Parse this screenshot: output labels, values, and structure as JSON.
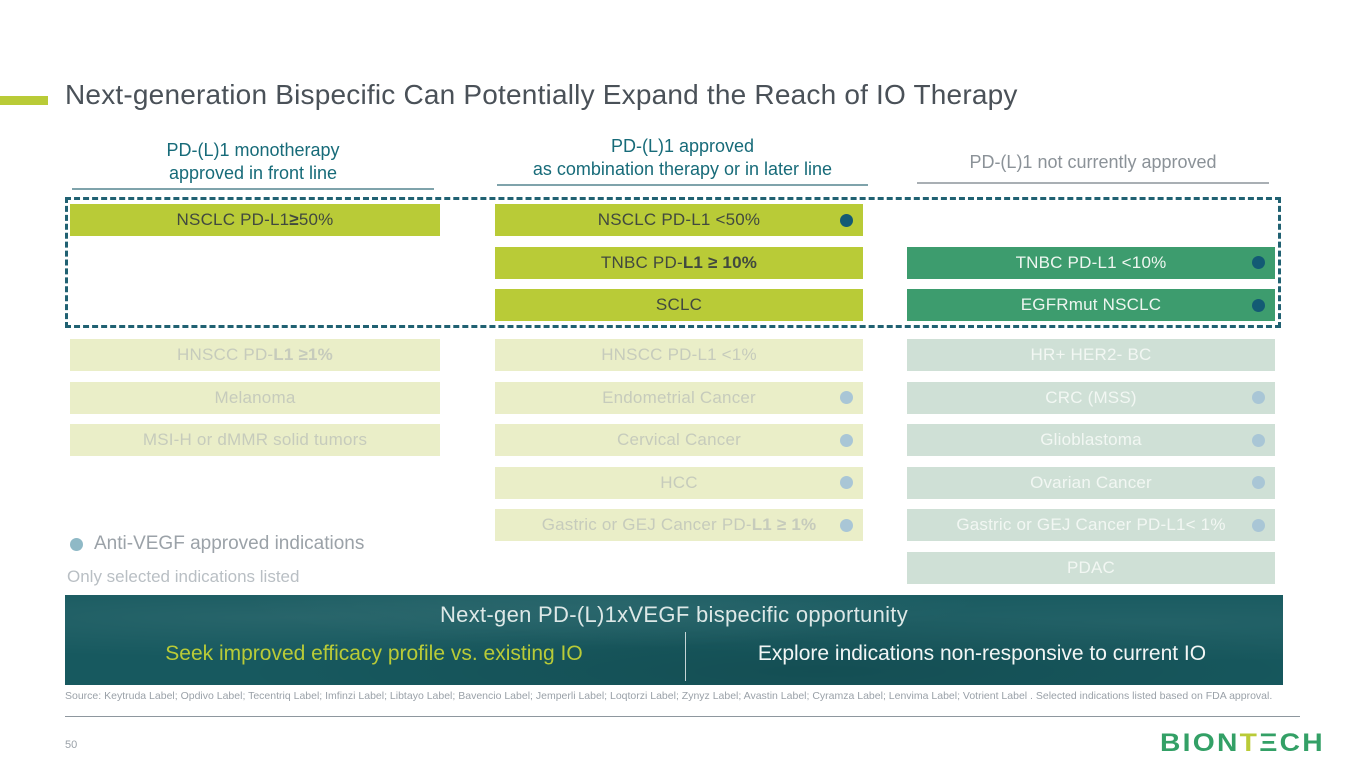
{
  "slide": {
    "title": "Next-generation Bispecific Can Potentially Expand the Reach of IO Therapy",
    "page_number": "50"
  },
  "colors": {
    "accent_green": "#b9cb37",
    "bright_yellow_green": "#b9cb37",
    "faded_yellow_green": "#eaeec8",
    "bright_green": "#3d9c6e",
    "faded_green": "#cfe0d6",
    "banner_teal": "#17595f",
    "teal_header": "#176b79",
    "dark_dot": "#135a74",
    "light_dot": "#a9c6d6"
  },
  "columns": [
    {
      "header_lines": [
        "PD-(L)1 monotherapy",
        "approved in front line"
      ],
      "header_variant": "teal",
      "palette": "yg",
      "boxes": [
        {
          "row": 0,
          "state": "bright",
          "segments": [
            {
              "t": "NSCLC PD-L1 "
            },
            {
              "t": "≥",
              "b": true
            },
            {
              "t": " 50%"
            }
          ]
        },
        {
          "row": 3,
          "state": "faded",
          "segments": [
            {
              "t": "HNSCC PD-"
            },
            {
              "t": "L1 ≥1%",
              "b": true
            }
          ]
        },
        {
          "row": 4,
          "state": "faded",
          "segments": [
            {
              "t": "Melanoma"
            }
          ]
        },
        {
          "row": 5,
          "state": "faded",
          "segments": [
            {
              "t": "MSI-H or dMMR solid tumors"
            }
          ]
        }
      ]
    },
    {
      "header_lines": [
        "PD-(L)1 approved",
        "as combination therapy or in later line"
      ],
      "header_variant": "teal",
      "palette": "yg",
      "boxes": [
        {
          "row": 0,
          "state": "bright",
          "dot": "dark",
          "segments": [
            {
              "t": "NSCLC PD-L1 <50%"
            }
          ]
        },
        {
          "row": 1,
          "state": "bright",
          "segments": [
            {
              "t": "TNBC  PD-"
            },
            {
              "t": "L1 ≥ 10%",
              "b": true
            }
          ]
        },
        {
          "row": 2,
          "state": "bright",
          "segments": [
            {
              "t": "SCLC"
            }
          ]
        },
        {
          "row": 3,
          "state": "faded",
          "segments": [
            {
              "t": "HNSCC PD-L1 <1%"
            }
          ]
        },
        {
          "row": 4,
          "state": "faded",
          "dot": "light",
          "segments": [
            {
              "t": "Endometrial Cancer"
            }
          ]
        },
        {
          "row": 5,
          "state": "faded",
          "dot": "light",
          "segments": [
            {
              "t": "Cervical Cancer"
            }
          ]
        },
        {
          "row": 6,
          "state": "faded",
          "dot": "light",
          "segments": [
            {
              "t": "HCC"
            }
          ]
        },
        {
          "row": 7,
          "state": "faded",
          "dot": "light",
          "segments": [
            {
              "t": "Gastric or GEJ Cancer PD-"
            },
            {
              "t": "L1 ≥ 1%",
              "b": true
            }
          ]
        }
      ]
    },
    {
      "header_lines": [
        "PD-(L)1 not currently approved"
      ],
      "header_variant": "gray",
      "palette": "g",
      "boxes": [
        {
          "row": 1,
          "state": "bright",
          "dot": "dark",
          "segments": [
            {
              "t": "TNBC PD-L1 <10%"
            }
          ]
        },
        {
          "row": 2,
          "state": "bright",
          "dot": "dark",
          "segments": [
            {
              "t": "EGFRmut NSCLC"
            }
          ]
        },
        {
          "row": 3,
          "state": "faded",
          "segments": [
            {
              "t": "HR+ HER2- BC"
            }
          ]
        },
        {
          "row": 4,
          "state": "faded",
          "dot": "light",
          "segments": [
            {
              "t": "CRC (MSS)"
            }
          ]
        },
        {
          "row": 5,
          "state": "faded",
          "dot": "light",
          "segments": [
            {
              "t": "Glioblastoma"
            }
          ]
        },
        {
          "row": 6,
          "state": "faded",
          "dot": "light",
          "segments": [
            {
              "t": "Ovarian Cancer"
            }
          ]
        },
        {
          "row": 7,
          "state": "faded",
          "dot": "light",
          "segments": [
            {
              "t": "Gastric or GEJ Cancer PD-L1< 1%"
            }
          ]
        },
        {
          "row": 8,
          "state": "faded",
          "segments": [
            {
              "t": "PDAC"
            }
          ]
        }
      ]
    }
  ],
  "legend": {
    "label": "Anti-VEGF approved indications",
    "note": "Only selected indications listed"
  },
  "banner": {
    "title": "Next-gen PD-(L)1xVEGF bispecific opportunity",
    "left": "Seek improved efficacy profile vs. existing IO",
    "right": "Explore indications non-responsive to current IO"
  },
  "source": "Source: Keytruda Label; Opdivo Label; Tecentriq Label; Imfinzi Label; Libtayo Label; Bavencio Label; Jemperli Label; Loqtorzi Label; Zynyz Label; Avastin Label; Cyramza Label;  Lenvima Label; Votrient Label . Selected indications listed based on FDA approval.",
  "logo": {
    "text": "BIONTECH",
    "display_segments": [
      {
        "t": "BION",
        "accent": false
      },
      {
        "t": "T",
        "accent": true
      },
      {
        "t": "ΞCH",
        "accent": false
      }
    ]
  }
}
